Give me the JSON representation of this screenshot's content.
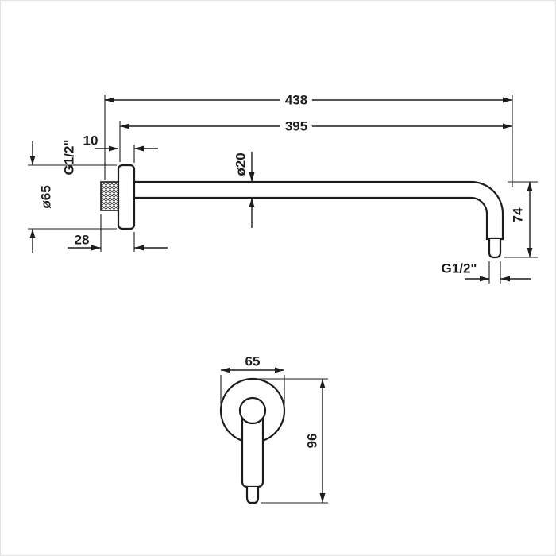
{
  "page": {
    "background": "#ffffff",
    "border_color": "#e3e3e3",
    "line_color": "#1c1c1c"
  },
  "drawing": {
    "kind": "technical-dimension-drawing",
    "subject": "wall-mounted shower arm, side view and front view"
  },
  "side_view": {
    "overall_length": "438",
    "arm_length": "395",
    "flange_thickness": "10",
    "wall_thread": "G1/2\"",
    "arm_diameter": "ø20",
    "flange_diameter": "ø65",
    "wall_projection": "28",
    "drop_height": "74",
    "outlet_thread": "G1/2\""
  },
  "front_view": {
    "flange_width": "65",
    "total_height": "96"
  }
}
